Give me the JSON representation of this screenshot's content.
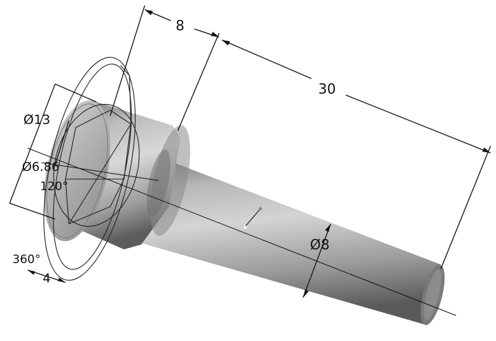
{
  "dimensions": {
    "head_length": "8",
    "total_length": "30",
    "head_diameter": "Ø13",
    "socket_diameter": "Ø6.86",
    "angle_120": "120°",
    "revolve_angle": "360°",
    "socket_depth": "4",
    "shaft_diameter": "Ø8"
  },
  "colors": {
    "body_light": "#d2d2d2",
    "body_mid": "#9a9a9a",
    "body_dark": "#5e5e5e",
    "lines": "#111111"
  }
}
